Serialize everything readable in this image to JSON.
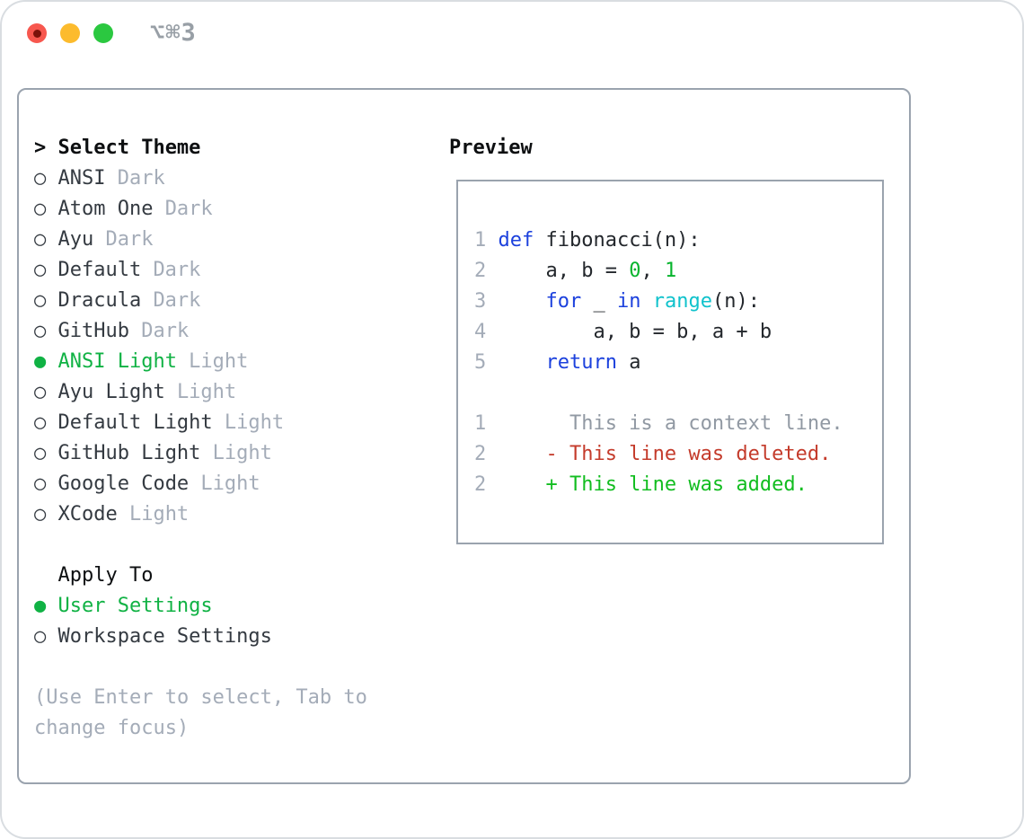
{
  "colors": {
    "window_border": "#9aa3ae",
    "text_primary": "#343a41",
    "text_heading": "#0d0f11",
    "text_muted": "#a4acb8",
    "accent_green": "#10b244",
    "code_keyword": "#1c41dd",
    "code_builtin": "#10c2cc",
    "code_number": "#07b42d",
    "code_fg": "#23272c",
    "diff_context": "#9199a3",
    "diff_deleted": "#c43b2b",
    "diff_added": "#12bd20",
    "light_red": "#f7574e",
    "light_red_dot": "#7c120a",
    "light_yellow": "#fcbb2d",
    "light_green": "#2bc840",
    "titlebar_text": "#989fa6"
  },
  "titlebar": {
    "shortcut": "⌥⌘3"
  },
  "theme_picker": {
    "prompt": ">",
    "title": "Select Theme",
    "radio_unselected": "○",
    "radio_selected": "●",
    "items": [
      {
        "name": "ANSI",
        "tag": "Dark",
        "selected": false
      },
      {
        "name": "Atom One",
        "tag": "Dark",
        "selected": false
      },
      {
        "name": "Ayu",
        "tag": "Dark",
        "selected": false
      },
      {
        "name": "Default",
        "tag": "Dark",
        "selected": false
      },
      {
        "name": "Dracula",
        "tag": "Dark",
        "selected": false
      },
      {
        "name": "GitHub",
        "tag": "Dark",
        "selected": false
      },
      {
        "name": "ANSI Light",
        "tag": "Light",
        "selected": true
      },
      {
        "name": "Ayu Light",
        "tag": "Light",
        "selected": false
      },
      {
        "name": "Default Light",
        "tag": "Light",
        "selected": false
      },
      {
        "name": "GitHub Light",
        "tag": "Light",
        "selected": false
      },
      {
        "name": "Google Code",
        "tag": "Light",
        "selected": false
      },
      {
        "name": "XCode",
        "tag": "Light",
        "selected": false
      }
    ],
    "apply_to": {
      "title": "Apply To",
      "options": [
        {
          "name": "User Settings",
          "selected": true
        },
        {
          "name": "Workspace Settings",
          "selected": false
        }
      ]
    },
    "help": "(Use Enter to select, Tab to change focus)"
  },
  "preview": {
    "title": "Preview",
    "code_lines": [
      {
        "num": "1",
        "tokens": [
          {
            "t": "def",
            "c": "keyword"
          },
          {
            "t": " fibonacci(n):",
            "c": "fg"
          }
        ]
      },
      {
        "num": "2",
        "tokens": [
          {
            "t": "    a, b = ",
            "c": "fg"
          },
          {
            "t": "0",
            "c": "number"
          },
          {
            "t": ", ",
            "c": "fg"
          },
          {
            "t": "1",
            "c": "number"
          }
        ]
      },
      {
        "num": "3",
        "tokens": [
          {
            "t": "    ",
            "c": "fg"
          },
          {
            "t": "for",
            "c": "keyword"
          },
          {
            "t": " _ ",
            "c": "fg"
          },
          {
            "t": "in",
            "c": "keyword"
          },
          {
            "t": " ",
            "c": "fg"
          },
          {
            "t": "range",
            "c": "builtin"
          },
          {
            "t": "(n):",
            "c": "fg"
          }
        ]
      },
      {
        "num": "4",
        "tokens": [
          {
            "t": "        a, b = b, a + b",
            "c": "fg"
          }
        ]
      },
      {
        "num": "5",
        "tokens": [
          {
            "t": "    ",
            "c": "fg"
          },
          {
            "t": "return",
            "c": "keyword"
          },
          {
            "t": " a",
            "c": "fg"
          }
        ]
      },
      {
        "num": "",
        "tokens": []
      },
      {
        "num": "1",
        "tokens": [
          {
            "t": "      This is a context line.",
            "c": "context"
          }
        ]
      },
      {
        "num": "2",
        "tokens": [
          {
            "t": "    - This line was deleted.",
            "c": "deleted"
          }
        ]
      },
      {
        "num": "2",
        "tokens": [
          {
            "t": "    + This line was added.",
            "c": "added"
          }
        ]
      }
    ]
  }
}
